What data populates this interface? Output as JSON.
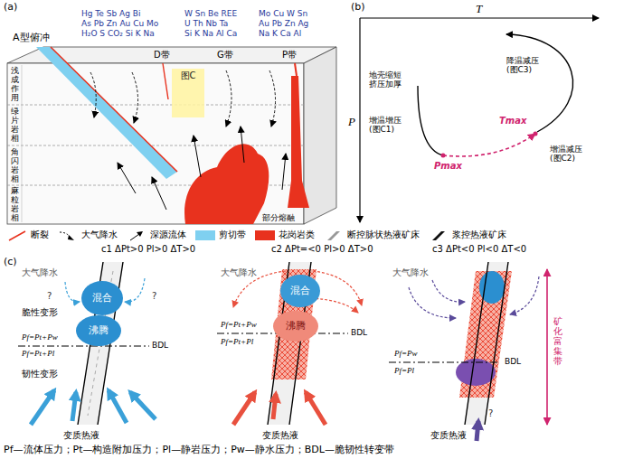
{
  "diagram": {
    "nodes": [
      {
        "text": [
          "图C"
        ]
      },
      {
        "text": [
          "混合"
        ]
      },
      {
        "text": [
          "沸腾"
        ]
      },
      {
        "text": [
          "混合"
        ]
      },
      {
        "text": [
          "沸腾"
        ]
      }
    ],
    "labels": [
      "(a)",
      "A型俯冲",
      "Hg Te Sb Ag Bi",
      "As Pb Zn Au Cu Mo",
      "H₂O S CO₂ Si K Na",
      "W Sn Be REE",
      "U Th Nb Ta",
      "Si K Na Al Ca",
      "Mo Cu W Sn",
      "Au Pb Zn Ag",
      "Na K Ca Al",
      "D带",
      "G带",
      "P带",
      "浅成作用",
      "绿片岩相",
      "角闪岩相",
      "麻粒岩相",
      "部分熔融",
      "(b)",
      "T",
      "P",
      "地壳缩短 挤压加厚",
      "降温减压 (图C3)",
      "Tmax",
      "增温增压 (图C1)",
      "增温减压 (图C2)",
      "Pmax",
      "c1 ΔPt>0 Pl>0 ΔT>0",
      "c2 ΔPt=<0 Pl>0 ΔT>0",
      "c3 ΔPt<0 Pl<0 ΔT<0",
      "(c)",
      "大气降水",
      "?",
      "?",
      "脆性变形",
      "Pf=Pt+Pw",
      "Pf=Pt+Pl",
      "BDL",
      "韧性变形",
      "变质热液",
      "大气降水",
      "Pf=Pt+Pw",
      "Pf=Pt+Pl",
      "BDL",
      "变质热液",
      "大气降水",
      "Pf=Pw",
      "Pf=Pl",
      "BDL",
      "变质热液",
      "?",
      "矿化富集带",
      "Pf—流体压力；Pt—构造附加压力；Pl—静岩压力；Pw—静水压力；BDL—脆韧性转变带"
    ],
    "legend": [
      {
        "text": "断裂"
      },
      {
        "text": "大气降水"
      },
      {
        "text": "深源流体"
      },
      {
        "text": "剪切带",
        "color": "#7fd0f0"
      },
      {
        "text": "花岗岩类",
        "color": "#e8321e"
      },
      {
        "text": "断控脉状热液矿床"
      },
      {
        "text": "浆控热液矿床"
      }
    ]
  }
}
